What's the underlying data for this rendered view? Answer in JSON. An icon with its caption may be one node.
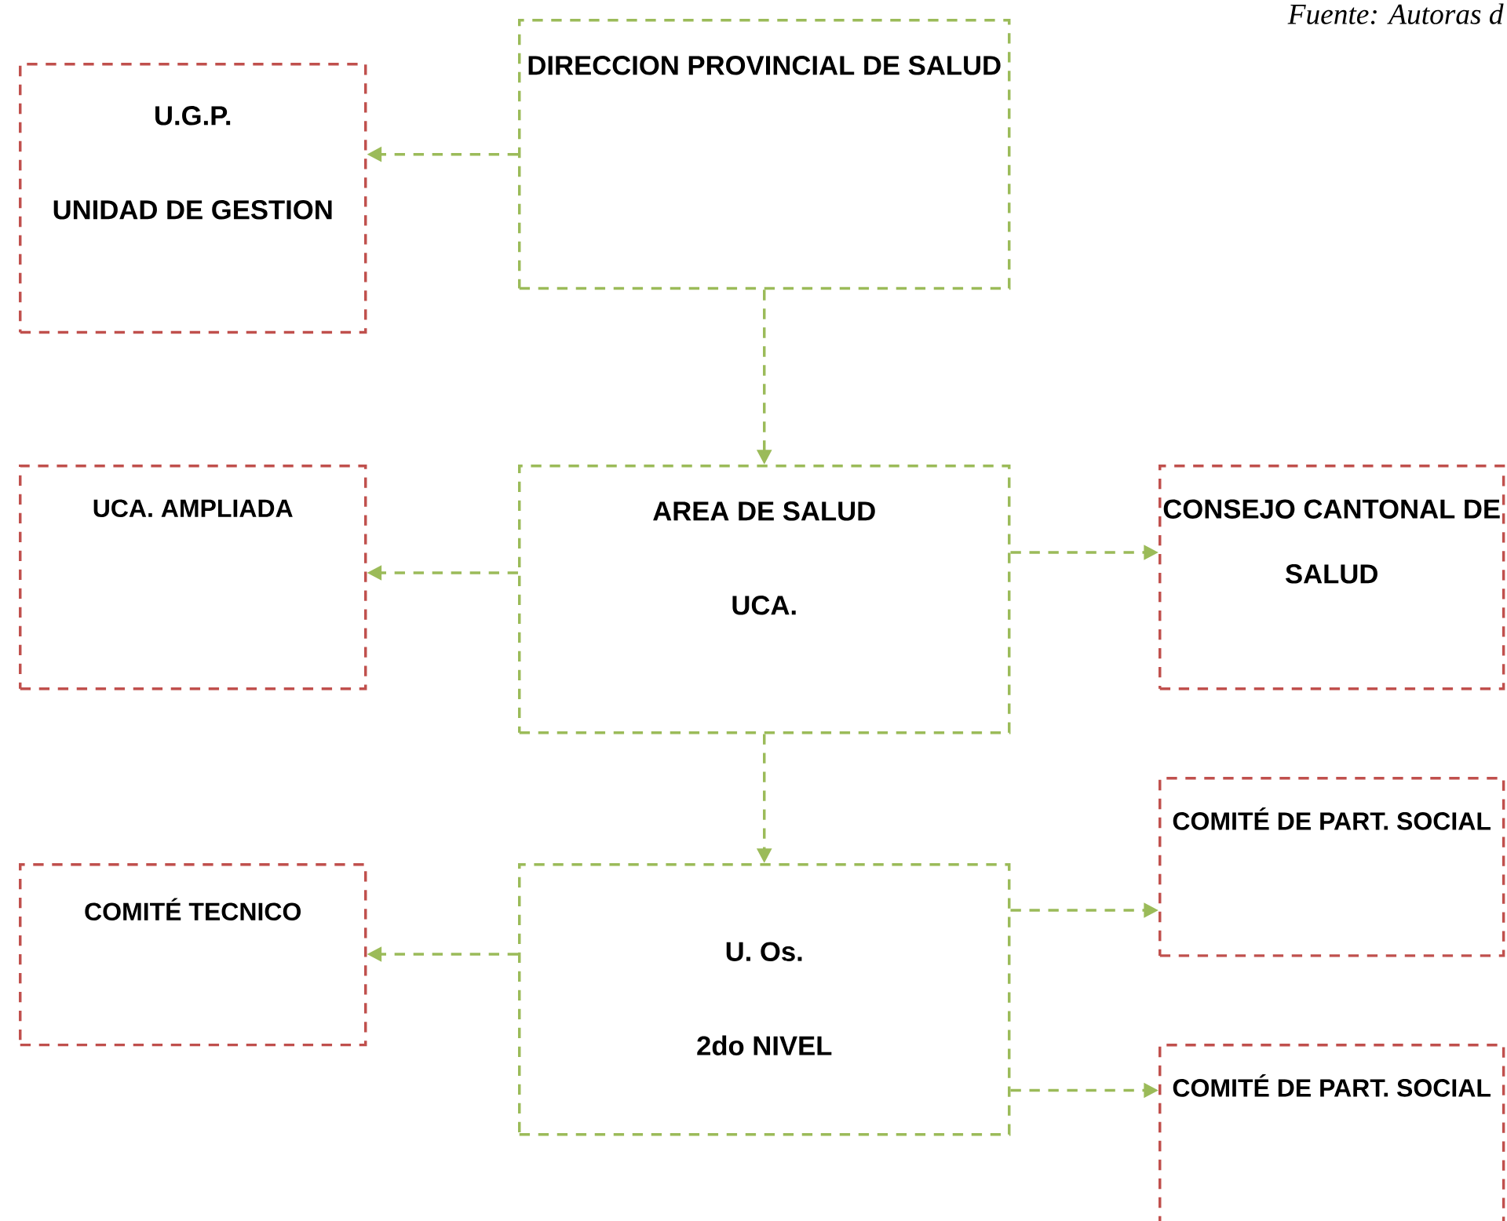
{
  "diagram": {
    "nodes": [
      {
        "text": [
          "U.G.P.",
          "UNIDAD DE GESTION"
        ]
      },
      {
        "text": [
          "DIRECCION PROVINCIAL DE SALUD"
        ]
      },
      {
        "text": [
          "UCA. AMPLIADA"
        ]
      },
      {
        "text": [
          "AREA DE SALUD",
          "UCA."
        ]
      },
      {
        "text": [
          "CONSEJO CANTONAL DE SALUD"
        ]
      },
      {
        "text": [
          "COMITÉ TECNICO"
        ]
      },
      {
        "text": [
          "U. Os.",
          "2do NIVEL"
        ]
      },
      {
        "text": [
          "COMITÉ DE PART. SOCIAL"
        ]
      },
      {
        "text": [
          "COMITÉ DE PART. SOCIAL"
        ]
      }
    ],
    "edges": [
      {
        "from": 1,
        "to": 0,
        "arrow": "to",
        "style": "dashed"
      },
      {
        "from": 1,
        "to": 3,
        "arrow": "to",
        "style": "dashed"
      },
      {
        "from": 3,
        "to": 2,
        "arrow": "to",
        "style": "dashed"
      },
      {
        "from": 3,
        "to": 4,
        "arrow": "to",
        "style": "dashed"
      },
      {
        "from": 3,
        "to": 6,
        "arrow": "to",
        "style": "dashed"
      },
      {
        "from": 6,
        "to": 5,
        "arrow": "to",
        "style": "dashed"
      },
      {
        "from": 6,
        "to": 7,
        "arrow": "to",
        "style": "dashed"
      },
      {
        "from": 6,
        "to": 8,
        "arrow": "to",
        "style": "dashed"
      }
    ],
    "labels": [
      "Fuente: Autoras d"
    ]
  }
}
